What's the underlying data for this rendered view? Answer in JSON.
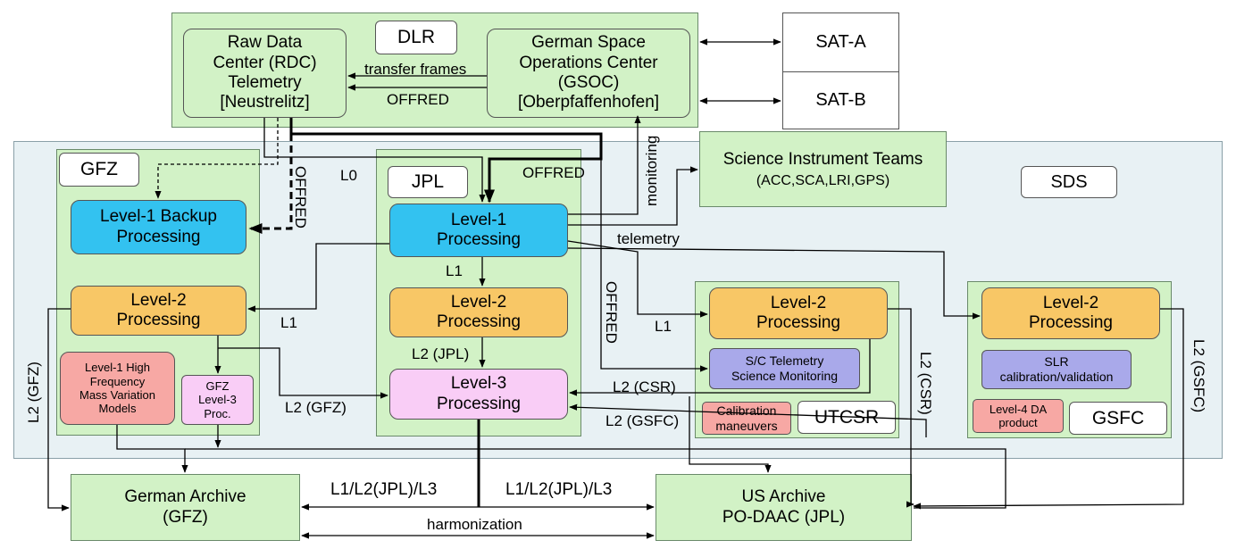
{
  "regions": {
    "dlr": "DLR",
    "gfz": "GFZ",
    "jpl": "JPL",
    "utcsr": "UTCSR",
    "gsfc": "GSFC",
    "sds": "SDS"
  },
  "boxes": {
    "rdc": [
      "Raw Data",
      "Center (RDC)",
      "Telemetry",
      "[Neustrelitz]"
    ],
    "gsoc": [
      "German Space",
      "Operations Center",
      "(GSOC)",
      "[Oberpfaffenhofen]"
    ],
    "sat_a": "SAT-A",
    "sat_b": "SAT-B",
    "sit": [
      "Science Instrument Teams",
      "(ACC,SCA,LRI,GPS)"
    ],
    "gfz_l1_backup": [
      "Level-1 Backup",
      "Processing"
    ],
    "gfz_l2": [
      "Level-2",
      "Processing"
    ],
    "gfz_hf": [
      "Level-1 High",
      "Frequency",
      "Mass Variation",
      "Models"
    ],
    "gfz_l3": [
      "GFZ",
      "Level-3",
      "Proc."
    ],
    "jpl_l1": [
      "Level-1",
      "Processing"
    ],
    "jpl_l2": [
      "Level-2",
      "Processing"
    ],
    "jpl_l3": [
      "Level-3",
      "Processing"
    ],
    "csr_l2": [
      "Level-2",
      "Processing"
    ],
    "csr_sct": [
      "S/C Telemetry",
      "Science Monitoring"
    ],
    "csr_cal": [
      "Calibration",
      "maneuvers"
    ],
    "gsfc_l2": [
      "Level-2",
      "Processing"
    ],
    "gsfc_slr": [
      "SLR",
      "calibration/validation"
    ],
    "gsfc_l4": [
      "Level-4 DA",
      "product"
    ],
    "german_archive": [
      "German Archive",
      "(GFZ)"
    ],
    "us_archive": [
      "US Archive",
      "PO-DAAC (JPL)"
    ]
  },
  "edges": {
    "transfer_frames": "transfer frames",
    "offred_dlr": "OFFRED",
    "l0": "L0",
    "offred_top": "OFFRED",
    "offred_gfz": "OFFRED",
    "monitoring": "monitoring",
    "telemetry": "telemetry",
    "l1_jpl": "L1",
    "l1_gfz": "L1",
    "l1_csr": "L1",
    "offred_csr": "OFFRED",
    "l2_jpl": "L2 (JPL)",
    "l2_gfz_mid": "L2 (GFZ)",
    "l2_csr_mid": "L2 (CSR)",
    "l2_gsfc_mid": "L2 (GSFC)",
    "l2_gfz_side": "L2 (GFZ)",
    "l2_csr_side": "L2 (CSR)",
    "l2_gsfc_side": "L2 (GSFC)",
    "l1l2l3_left": "L1/L2(JPL)/L3",
    "l1l2l3_right": "L1/L2(JPL)/L3",
    "harmonization": "harmonization"
  },
  "colors": {
    "green_region": "#d2f2c6",
    "sds_background": "#e8f1f4",
    "level1": "#33c2f0",
    "level2": "#f8c766",
    "level3": "#f9cdf6",
    "models": "#f7a8a4",
    "monitoring": "#a9a9ea"
  }
}
